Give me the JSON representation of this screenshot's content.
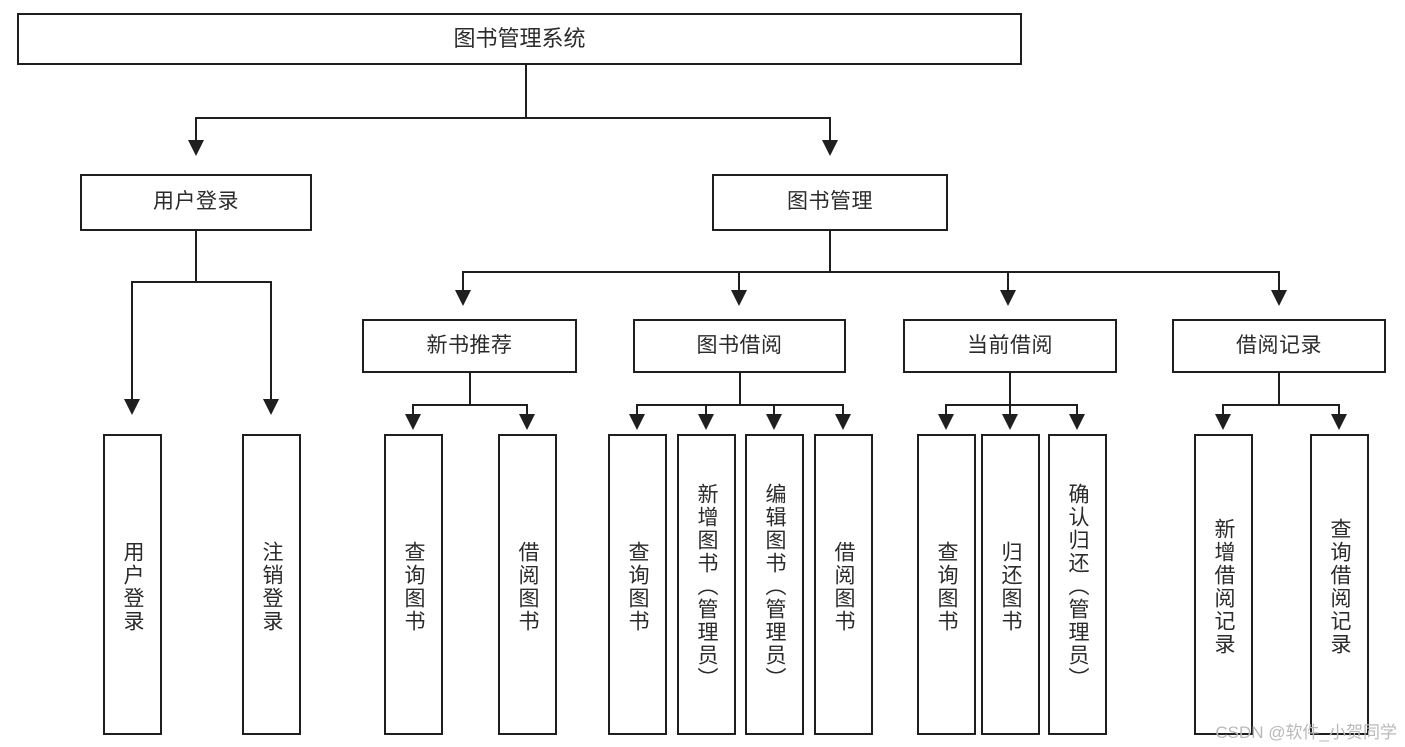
{
  "diagram": {
    "title": "图书管理系统",
    "type": "hierarchy-tree",
    "watermark": "CSDN @软件_小贺同学",
    "colors": {
      "stroke": "#1f1f1f",
      "fill": "#ffffff",
      "text": "#2b2b2b",
      "watermark": "#b9b9b9"
    },
    "root": {
      "label": "图书管理系统"
    },
    "level2": [
      {
        "label": "用户登录"
      },
      {
        "label": "图书管理"
      }
    ],
    "level3": [
      {
        "label": "新书推荐"
      },
      {
        "label": "图书借阅"
      },
      {
        "label": "当前借阅"
      },
      {
        "label": "借阅记录"
      }
    ],
    "leaves": {
      "user_login": [
        {
          "label": "用户登录"
        },
        {
          "label": "注销登录"
        }
      ],
      "new_book_recommend": [
        {
          "label": "查询图书"
        },
        {
          "label": "借阅图书"
        }
      ],
      "book_borrow": [
        {
          "label": "查询图书"
        },
        {
          "label": "新增图书（管理员）"
        },
        {
          "label": "编辑图书（管理员）"
        },
        {
          "label": "借阅图书"
        }
      ],
      "current_borrow": [
        {
          "label": "查询图书"
        },
        {
          "label": "归还图书"
        },
        {
          "label": "确认归还（管理员）"
        }
      ],
      "borrow_record": [
        {
          "label": "新增借阅记录"
        },
        {
          "label": "查询借阅记录"
        }
      ]
    }
  }
}
